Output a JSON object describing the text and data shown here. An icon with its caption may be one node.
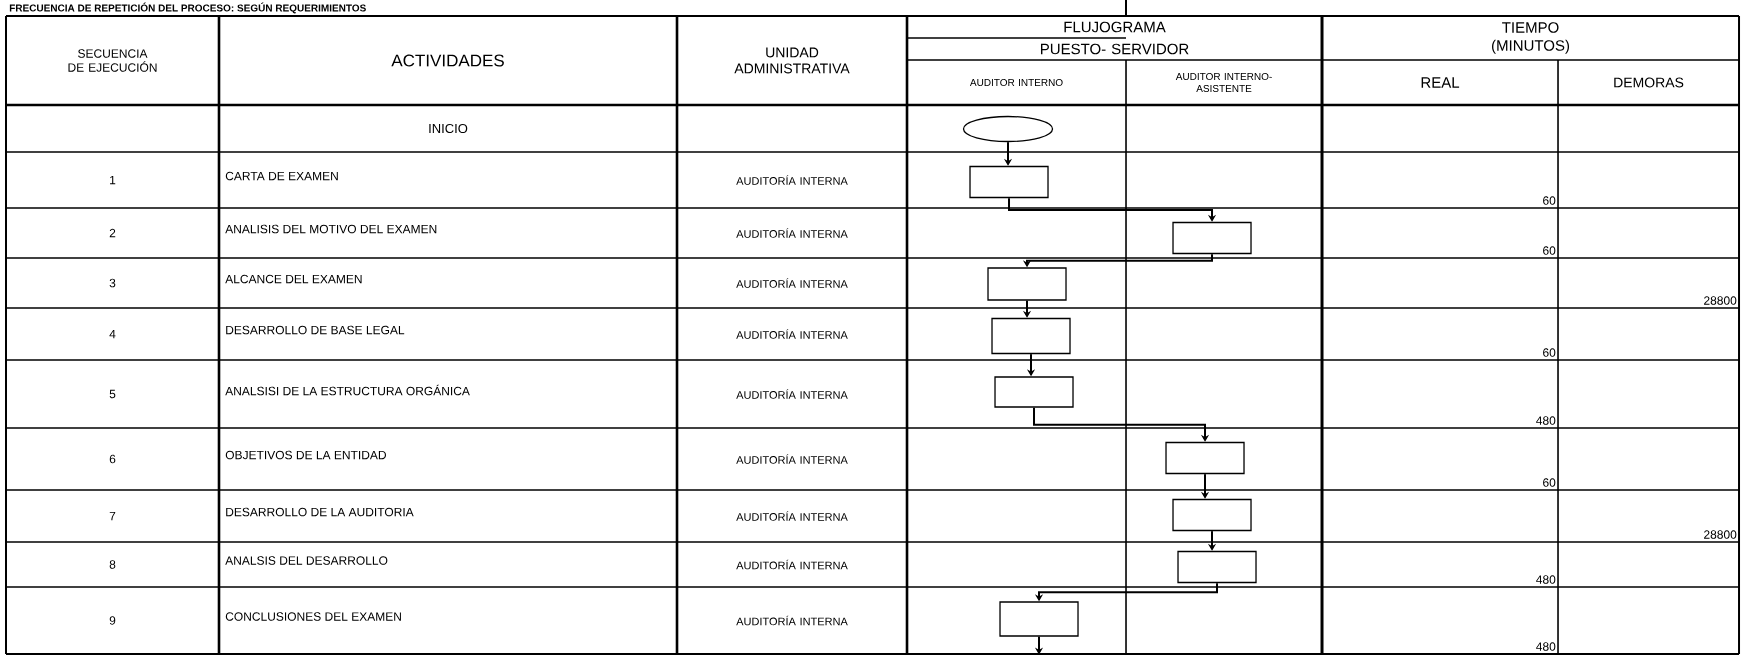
{
  "diagram": {
    "title": "FRECUENCIA DE REPETICIÓN DEL PROCESO: SEGÚN REQUERIMIENTOS",
    "nodes": [
      {
        "text": [],
        "shape": "ellipse"
      },
      {
        "text": [],
        "shape": "box"
      },
      {
        "text": [],
        "shape": "box"
      },
      {
        "text": [],
        "shape": "box"
      },
      {
        "text": [],
        "shape": "box"
      },
      {
        "text": [],
        "shape": "box"
      },
      {
        "text": [],
        "shape": "box"
      },
      {
        "text": [],
        "shape": "box"
      },
      {
        "text": [],
        "shape": "box"
      },
      {
        "text": [],
        "shape": "box"
      }
    ],
    "edges": [
      {
        "from": 0,
        "to": 1,
        "arrow": "to"
      },
      {
        "from": 1,
        "to": 2,
        "arrow": "to"
      },
      {
        "from": 2,
        "to": 3,
        "arrow": "to"
      },
      {
        "from": 3,
        "to": 4,
        "arrow": "to"
      },
      {
        "from": 4,
        "to": 5,
        "arrow": "to"
      },
      {
        "from": 5,
        "to": 6,
        "arrow": "to"
      },
      {
        "from": 6,
        "to": 7,
        "arrow": "to"
      },
      {
        "from": 7,
        "to": 8,
        "arrow": "to"
      },
      {
        "from": 8,
        "to": 9,
        "arrow": "to"
      },
      {
        "from": 9,
        "to": null,
        "arrow": "to"
      }
    ],
    "labels": [
      "SECUENCIA DE EJECUCIÓN",
      "ACTIVIDADES",
      "UNIDAD ADMINISTRATIVA",
      "FLUJOGRAMA",
      "TIEMPO (MINUTOS)",
      "PUESTO- SERVIDOR",
      "AUDITOR INTERNO",
      "AUDITOR INTERNO- ASISTENTE",
      "REAL",
      "DEMORAS",
      "INICIO",
      "1",
      "CARTA DE EXAMEN",
      "AUDITORÍA INTERNA",
      "60",
      "2",
      "ANALISIS DEL MOTIVO DEL EXAMEN",
      "AUDITORÍA INTERNA",
      "60",
      "3",
      "ALCANCE DEL EXAMEN",
      "AUDITORÍA INTERNA",
      "28800",
      "4",
      "DESARROLLO DE BASE LEGAL",
      "AUDITORÍA INTERNA",
      "60",
      "5",
      "ANALSISI DE LA ESTRUCTURA ORGÁNICA",
      "AUDITORÍA INTERNA",
      "480",
      "6",
      "OBJETIVOS DE LA ENTIDAD",
      "AUDITORÍA INTERNA",
      "60",
      "7",
      "DESARROLLO DE LA AUDITORIA",
      "AUDITORÍA INTERNA",
      "28800",
      "8",
      "ANALSIS DEL DESARROLLO",
      "AUDITORÍA INTERNA",
      "480",
      "9",
      "CONCLUSIONES DEL EXAMEN",
      "AUDITORÍA INTERNA",
      "480"
    ]
  }
}
